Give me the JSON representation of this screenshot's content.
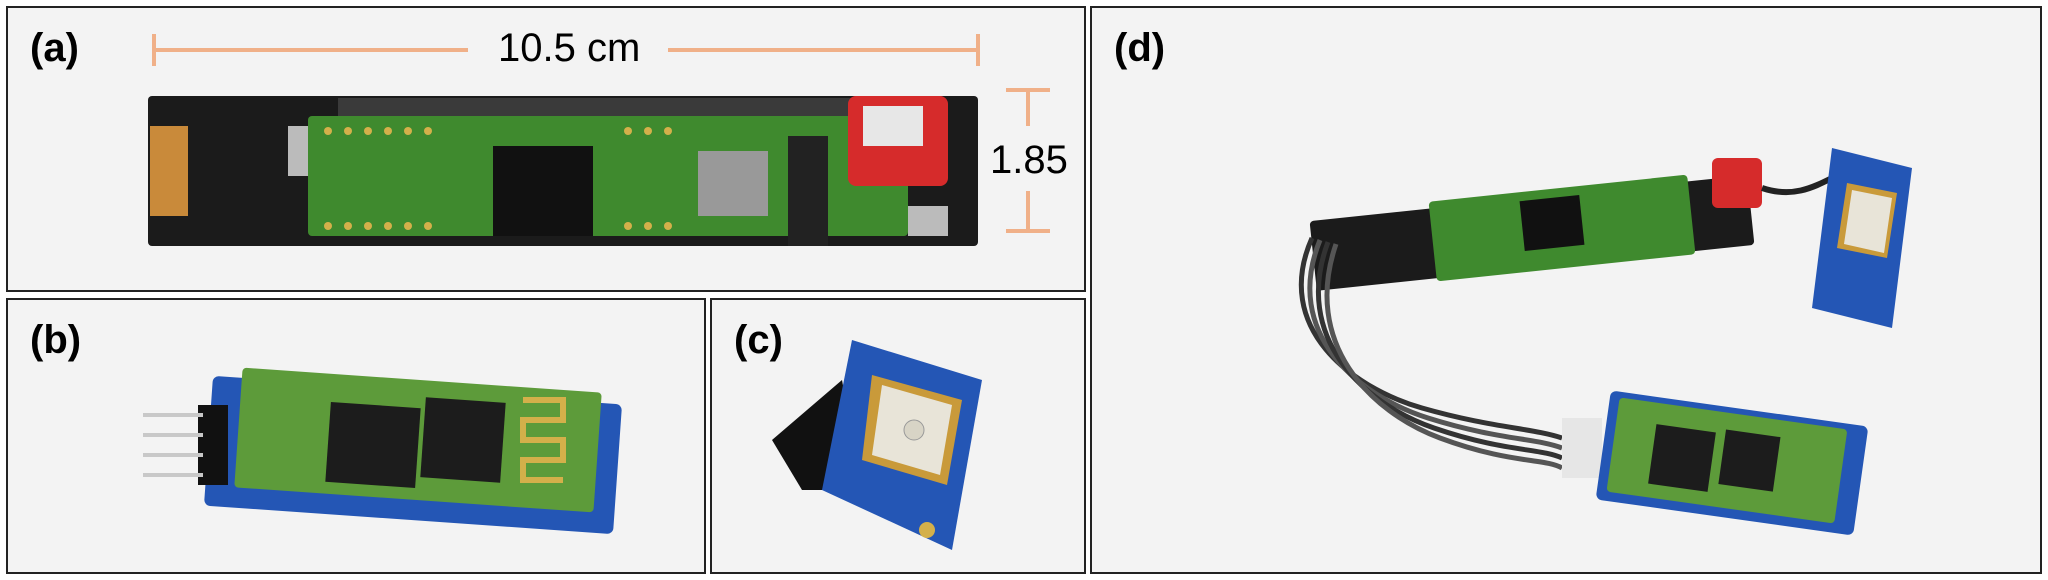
{
  "panels": {
    "a": {
      "label": "(a)",
      "width_label": "10.5 cm",
      "height_label": "1.85"
    },
    "b": {
      "label": "(b)"
    },
    "c": {
      "label": "(c)"
    },
    "d": {
      "label": "(d)"
    }
  },
  "colors": {
    "pcb_green": "#3f8a2e",
    "pcb_dark": "#1b1b1b",
    "pcb_blue": "#2456b5",
    "gold": "#d4b04a",
    "dimension": "#f0b088",
    "connector_red": "#d62b2b"
  }
}
